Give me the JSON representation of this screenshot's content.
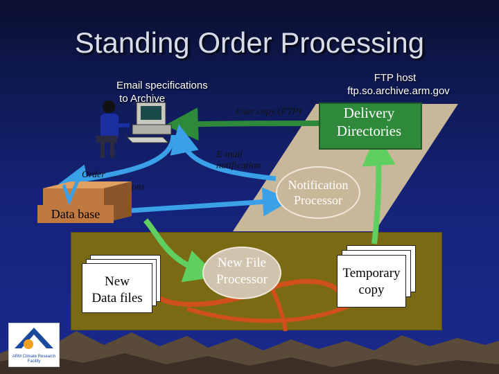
{
  "title": "Standing Order Processing",
  "labels": {
    "email_specs": "Email specifications\n to Archive",
    "ftp_host_line1": "FTP host",
    "ftp_host_line2": "ftp.so.archive.arm.gov",
    "user_copy": "User copy (FTP)",
    "delivery_line1": "Delivery",
    "delivery_line2": "Directories",
    "email_notif_line1": "E-mail",
    "email_notif_line2": "notification",
    "order_line1": "Order",
    "order_line2": "specifications",
    "notif_proc_line1": "Notification",
    "notif_proc_line2": "Processor",
    "database": "Data base",
    "new_data_line1": "New",
    "new_data_line2": "Data files",
    "nfp_line1": "New File",
    "nfp_line2": "Processor",
    "temp_line1": "Temporary",
    "temp_line2": "copy"
  },
  "logo": {
    "text": "ARM Climate Research Facility"
  },
  "colors": {
    "arrow_blue": "#3aa0e8",
    "arrow_green": "#2e8a3a",
    "arrow_orange": "#d0501a",
    "parallelogram": "#c9b79a",
    "panel": "#7a6a14"
  }
}
